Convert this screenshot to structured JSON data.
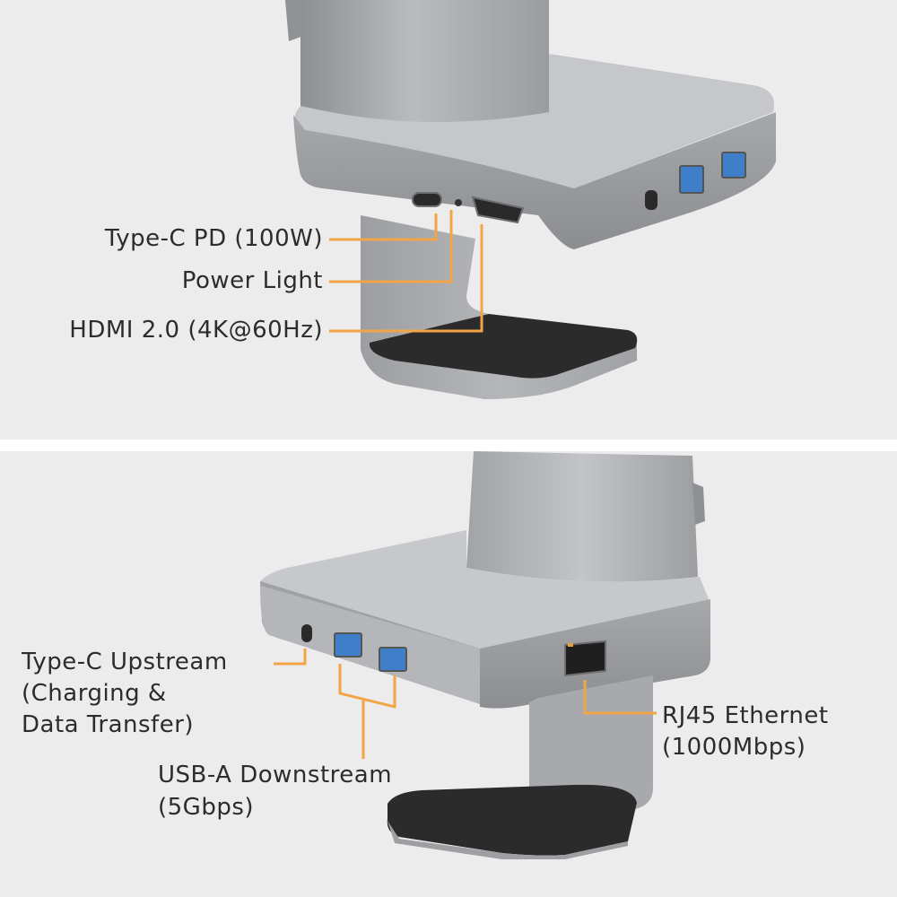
{
  "colors": {
    "background": "#ececec",
    "divider": "#ffffff",
    "callout_line": "#f2a546",
    "label_text": "#2c2c2c",
    "body_metal": "#a3a5a8",
    "port_blue": "#3f7fc9",
    "foot_pad": "#2b2b2b"
  },
  "top_panel": {
    "labels": {
      "type_c_pd": "Type-C PD (100W)",
      "power_light": "Power Light",
      "hdmi": "HDMI 2.0 (4K@60Hz)"
    }
  },
  "bottom_panel": {
    "labels": {
      "type_c_upstream_line1": "Type-C Upstream",
      "type_c_upstream_line2": "(Charging &",
      "type_c_upstream_line3": "Data Transfer)",
      "usb_a_line1": "USB-A Downstream",
      "usb_a_line2": "(5Gbps)",
      "rj45_line1": "RJ45 Ethernet",
      "rj45_line2": "(1000Mbps)"
    }
  }
}
